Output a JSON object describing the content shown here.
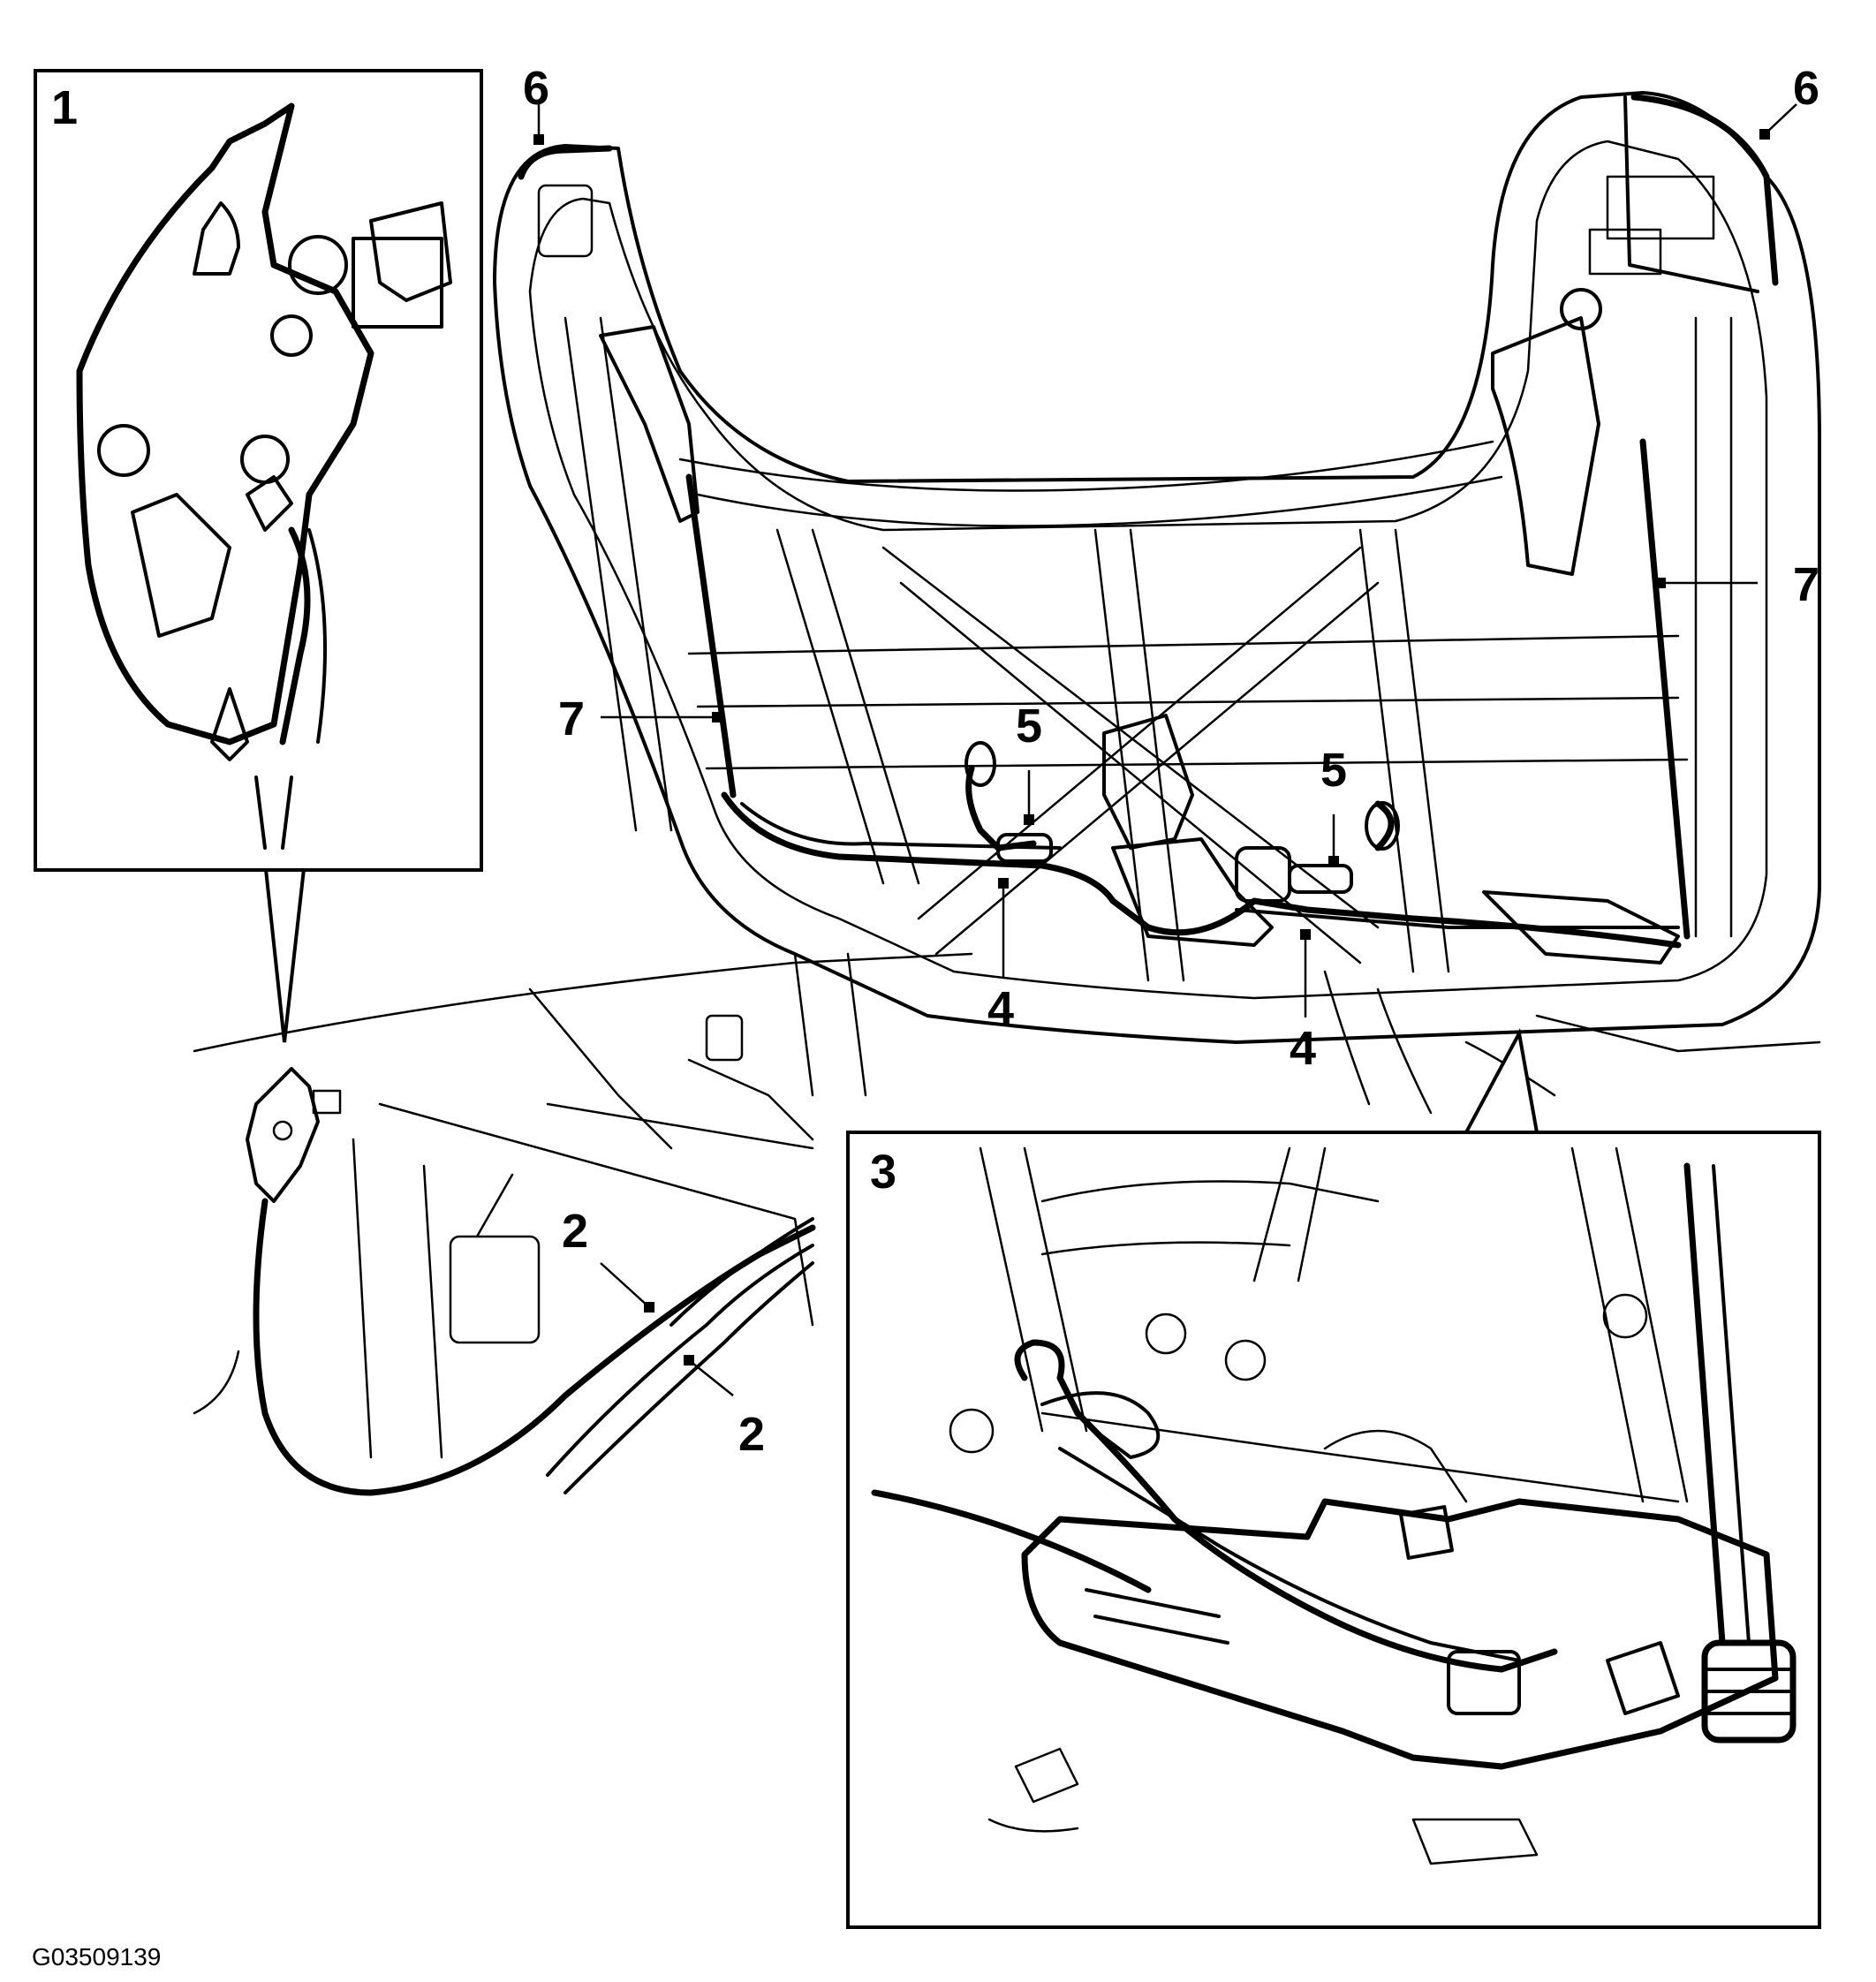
{
  "figure_id": "G03509139",
  "callouts": {
    "c1": "1",
    "c2a": "2",
    "c2b": "2",
    "c3": "3",
    "c4a": "4",
    "c4b": "4",
    "c5a": "5",
    "c5b": "5",
    "c6a": "6",
    "c6b": "6",
    "c7a": "7",
    "c7b": "7"
  }
}
